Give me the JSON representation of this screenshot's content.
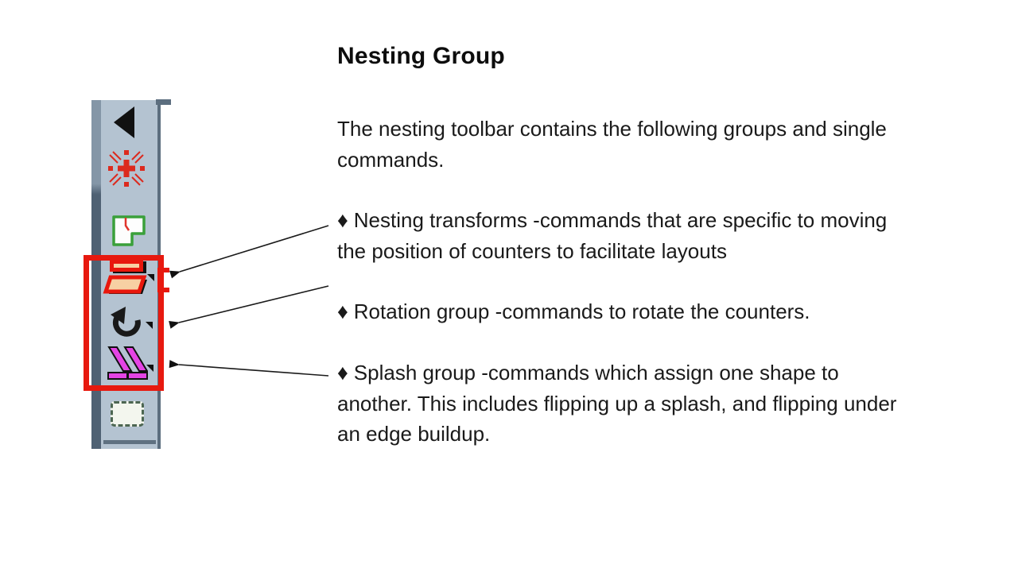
{
  "title": {
    "text": "Nesting Group"
  },
  "intro": {
    "text": "The nesting toolbar contains the following groups and single commands."
  },
  "bullets": {
    "glyph": "♦",
    "items": [
      {
        "id": "nesting-transforms",
        "text": "Nesting transforms -commands that are specific to moving the position of counters to facilitate layouts"
      },
      {
        "id": "rotation-group",
        "text": "Rotation group -commands to rotate the counters."
      },
      {
        "id": "splash-group",
        "text": "Splash group -commands which assign one shape to another. This includes flipping up a splash, and flipping under an edge buildup."
      }
    ]
  },
  "toolbar": {
    "background": "#b4c3d1",
    "highlight_color": "#e7190f",
    "buttons": [
      {
        "icon": "collapse-left-arrow-icon",
        "flyout": false,
        "highlighted": false
      },
      {
        "icon": "explode-parts-icon",
        "flyout": false,
        "highlighted": false
      },
      {
        "icon": "shape-outline-icon",
        "flyout": false,
        "highlighted": false
      },
      {
        "icon": "nesting-transforms-icon",
        "flyout": true,
        "highlighted": true
      },
      {
        "icon": "rotate-ccw-icon",
        "flyout": true,
        "highlighted": true
      },
      {
        "icon": "splash-icon",
        "flyout": true,
        "highlighted": true
      },
      {
        "icon": "selection-marquee-icon",
        "flyout": false,
        "highlighted": false
      }
    ]
  },
  "colors": {
    "toolbar_bg": "#b4c3d1",
    "toolbar_edge": "#5c6e7f",
    "highlight_red": "#e7190f",
    "icon_red": "#dc2a1e",
    "icon_green": "#3aa03a",
    "icon_magenta": "#e444e4",
    "icon_peach": "#f7d0a3",
    "text": "#1a1a1a"
  }
}
